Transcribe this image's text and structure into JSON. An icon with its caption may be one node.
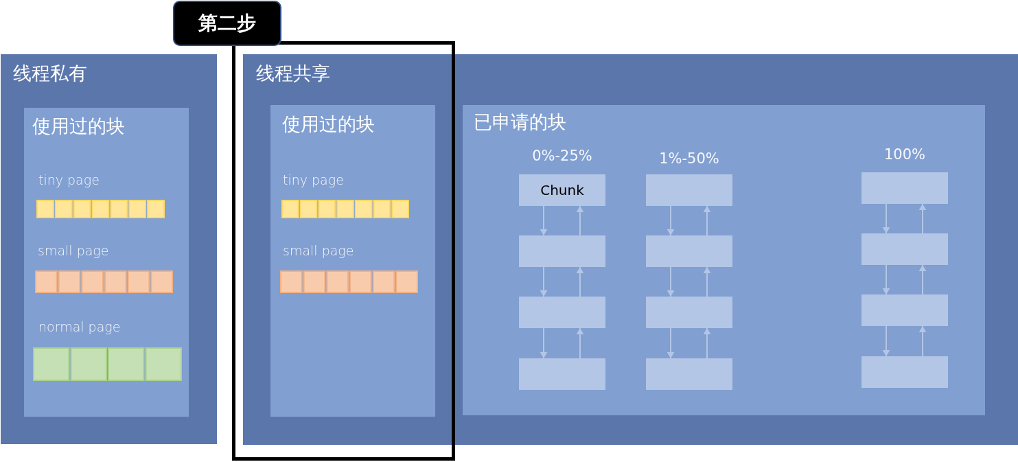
{
  "diagram": {
    "nodes": [
      {
        "text": [
          "第二步"
        ]
      },
      {
        "text": [
          "线程私有"
        ]
      },
      {
        "text": [
          "使用过的块"
        ],
        "in": 1
      },
      {
        "text": [
          "线程共享"
        ]
      },
      {
        "text": [
          "使用过的块"
        ],
        "in": 3
      },
      {
        "text": [
          "已申请的块"
        ],
        "in": 3
      },
      {
        "text": [
          "Chunk"
        ],
        "in": 5,
        "beside": [
          "0%-25%"
        ]
      },
      {
        "text": [],
        "shape": "box",
        "in": 5
      },
      {
        "text": [],
        "shape": "box",
        "in": 5
      },
      {
        "text": [],
        "shape": "box",
        "in": 5
      },
      {
        "text": [],
        "shape": "box",
        "in": 5,
        "beside": [
          "1%-50%"
        ]
      },
      {
        "text": [],
        "shape": "box",
        "in": 5
      },
      {
        "text": [],
        "shape": "box",
        "in": 5
      },
      {
        "text": [],
        "shape": "box",
        "in": 5
      },
      {
        "text": [],
        "shape": "box",
        "in": 5,
        "beside": [
          "100%"
        ]
      },
      {
        "text": [],
        "shape": "box",
        "in": 5
      },
      {
        "text": [],
        "shape": "box",
        "in": 5
      },
      {
        "text": [],
        "shape": "box",
        "in": 5
      }
    ],
    "edges": [
      {
        "from": 6,
        "to": 7,
        "arrow": "to"
      },
      {
        "from": 7,
        "to": 6,
        "arrow": "to"
      },
      {
        "from": 7,
        "to": 8,
        "arrow": "to"
      },
      {
        "from": 8,
        "to": 7,
        "arrow": "to"
      },
      {
        "from": 8,
        "to": 9,
        "arrow": "to"
      },
      {
        "from": 9,
        "to": 8,
        "arrow": "to"
      },
      {
        "from": 10,
        "to": 11,
        "arrow": "to"
      },
      {
        "from": 11,
        "to": 10,
        "arrow": "to"
      },
      {
        "from": 11,
        "to": 12,
        "arrow": "to"
      },
      {
        "from": 12,
        "to": 11,
        "arrow": "to"
      },
      {
        "from": 12,
        "to": 13,
        "arrow": "to"
      },
      {
        "from": 13,
        "to": 12,
        "arrow": "to"
      },
      {
        "from": 14,
        "to": 15,
        "arrow": "to"
      },
      {
        "from": 15,
        "to": 14,
        "arrow": "to"
      },
      {
        "from": 15,
        "to": 16,
        "arrow": "to"
      },
      {
        "from": 16,
        "to": 15,
        "arrow": "to"
      },
      {
        "from": 16,
        "to": 17,
        "arrow": "to"
      },
      {
        "from": 17,
        "to": 16,
        "arrow": "to"
      }
    ],
    "labels": [
      "tiny page",
      "small page",
      "normal page",
      "tiny page",
      "small page"
    ]
  }
}
